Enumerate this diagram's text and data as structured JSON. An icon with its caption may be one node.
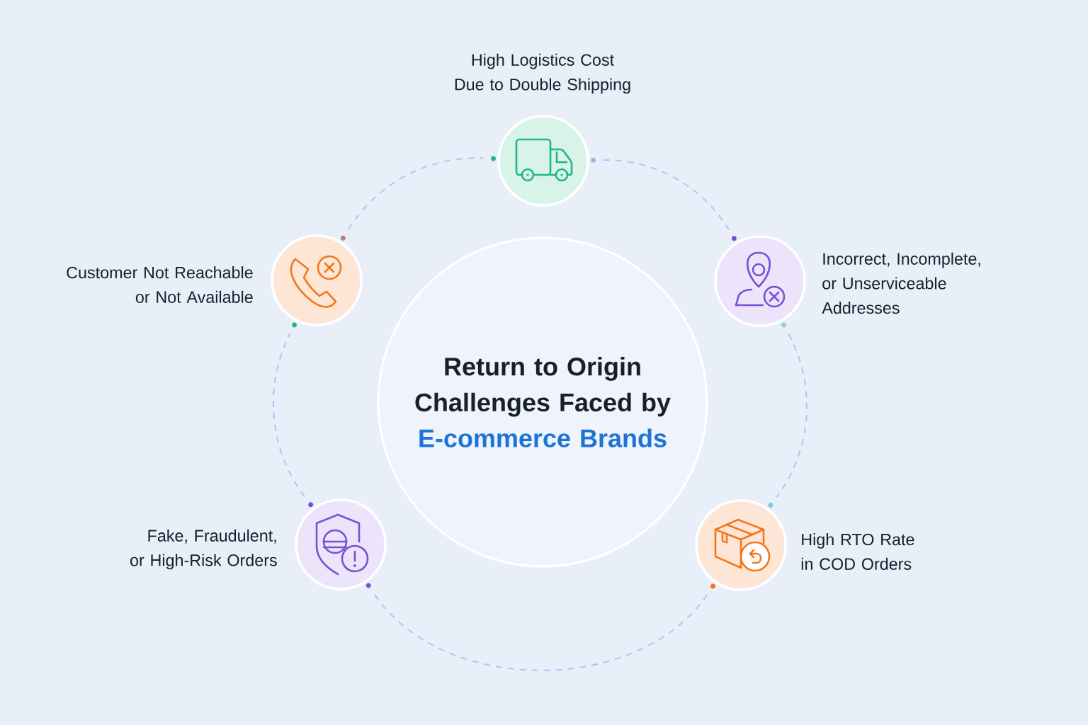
{
  "diagram": {
    "nodes": [
      {
        "text": [
          "Return to Origin Challenges Faced by",
          "E-commerce Brands"
        ]
      },
      {
        "text": [
          "High Logistics Cost Due to Double Shipping"
        ]
      },
      {
        "text": [
          "Incorrect, Incomplete, or Unserviceable Addresses"
        ]
      },
      {
        "text": [
          "High RTO Rate in COD Orders"
        ]
      },
      {
        "text": [
          "Fake, Fraudulent, or High-Risk Orders"
        ]
      },
      {
        "text": [
          "Customer Not Reachable or Not Available"
        ]
      }
    ],
    "edges": [
      {
        "from": 1,
        "to": 2,
        "arrow": "none",
        "style": "dashed",
        "color": "#a9c8f5"
      },
      {
        "from": 2,
        "to": 3,
        "arrow": "none",
        "style": "dashed",
        "color": "#a9c8f5"
      },
      {
        "from": 3,
        "to": 4,
        "arrow": "none",
        "style": "dashed",
        "color": "#a9c8f5"
      },
      {
        "from": 4,
        "to": 5,
        "arrow": "none",
        "style": "dashed",
        "color": "#a9c8f5"
      },
      {
        "from": 5,
        "to": 1,
        "arrow": "none",
        "style": "dashed",
        "color": "#a9c8f5"
      }
    ]
  }
}
